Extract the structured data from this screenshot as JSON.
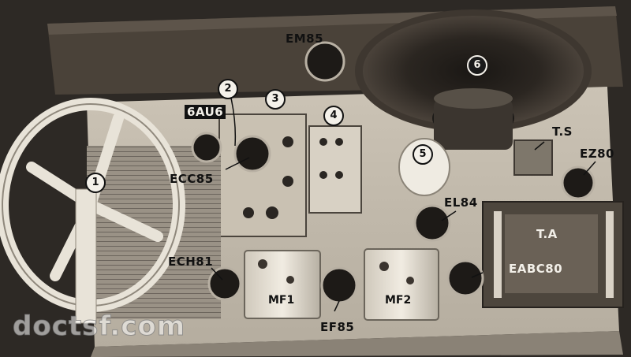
{
  "photo": {
    "description_labels": {
      "ferrite": "1",
      "lead": "2",
      "switch": "3",
      "block": "4",
      "cap": "5",
      "speaker": "6"
    },
    "tubes": {
      "em85": "EM85",
      "sixau6": "6AU6",
      "ecc85": "ECC85",
      "ech81": "ECH81",
      "ef85": "EF85",
      "el84": "EL84",
      "eabc80": "EABC80",
      "ez80": "EZ80"
    },
    "cans": {
      "mf1": "MF1",
      "mf2": "MF2"
    },
    "parts": {
      "ta": "T.A",
      "ts": "T.S"
    },
    "watermark": "doctsf.com"
  }
}
